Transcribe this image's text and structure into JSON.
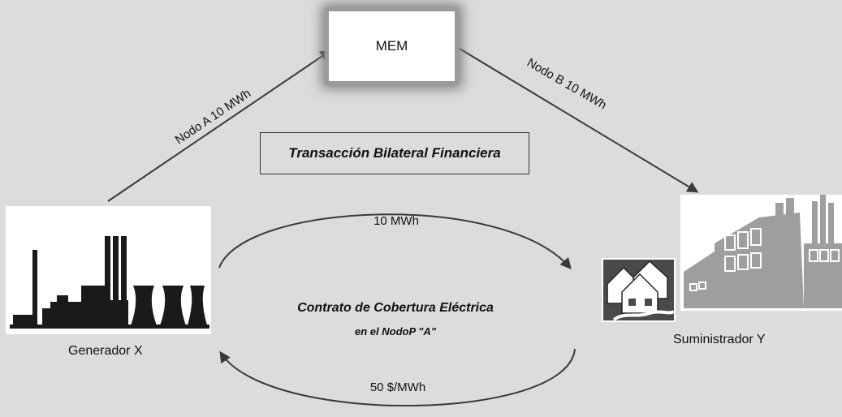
{
  "market": {
    "label": "MEM"
  },
  "transaction": {
    "title": "Transacción Bilateral Financiera"
  },
  "flows": {
    "node_a": "Nodo A  10 MWh",
    "node_b": "Nodo B  10 MWh",
    "energy": "10 MWh",
    "price": "50 $/MWh"
  },
  "contract": {
    "line1": "Contrato de Cobertura Eléctrica",
    "line2": "en el NodoP \"A\""
  },
  "parties": {
    "generator": "Generador X",
    "supplier": "Suministrador Y"
  },
  "colors": {
    "background": "#dcdcdc",
    "line": "#3a3a3a"
  },
  "icons": {
    "generator": "power-plant-icon",
    "supplier": "factory-icon",
    "houses": "houses-icon"
  }
}
